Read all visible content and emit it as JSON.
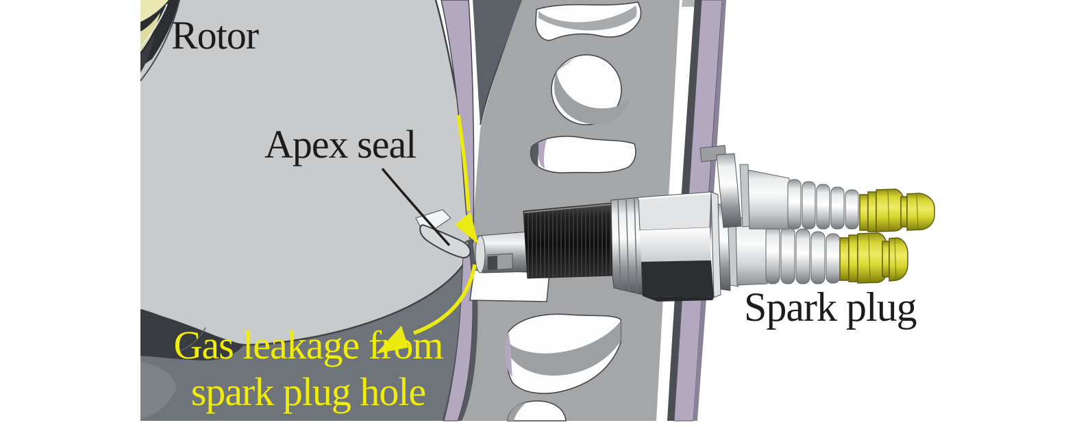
{
  "figure": {
    "type": "cad-sectional-illustration",
    "subject": "Rotary engine apex seal and spark plug region",
    "labels": {
      "rotor": "Rotor",
      "apex_seal": "Apex seal",
      "spark_plug": "Spark plug",
      "gas_leakage_line1": "Gas leakage from",
      "gas_leakage_line2": "spark plug hole"
    },
    "annotations": [
      {
        "icon": "curved-arrow-icon",
        "meaning": "gas flow along housing wall toward apex seal",
        "color": "#ecea14"
      },
      {
        "icon": "curved-arrow-icon",
        "meaning": "gas leakage path escaping past spark plug hole",
        "color": "#ecea14"
      },
      {
        "icon": "leader-line",
        "meaning": "connects Apex seal label to the seal part",
        "color": "#1e1e1e"
      }
    ],
    "colors": {
      "background": "#ffffff",
      "rotor_gray": "#c9cacc",
      "housing_gray": "#a4a6a8",
      "chamber_gray": "#6f747a",
      "housing_rim_lavender": "#b2a8c0",
      "annotation_yellow": "#ecea14",
      "label_text_yellow": "#f0ed0a",
      "label_text_black": "#1c1c1c",
      "spark_plug_terminal_yellow": "#d8d630"
    }
  }
}
